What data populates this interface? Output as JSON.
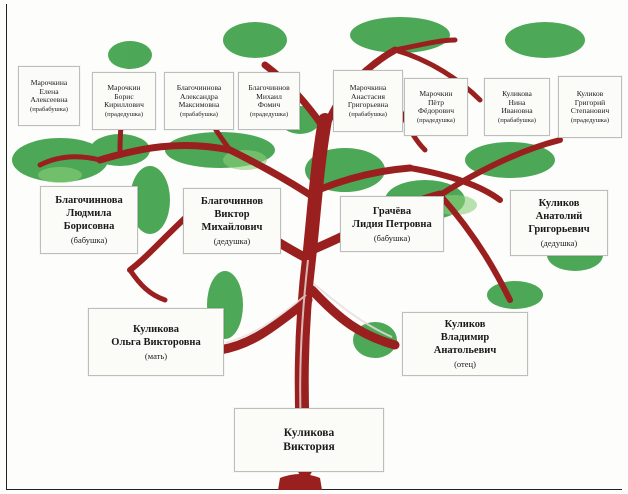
{
  "tree": {
    "child": {
      "lines": [
        "Куликова",
        "Виктория"
      ]
    },
    "mother": {
      "lines": [
        "Куликова",
        "Ольга Викторовна"
      ],
      "role": "(мать)"
    },
    "father": {
      "lines": [
        "Куликов",
        "Владимир",
        "Анатольевич"
      ],
      "role": "(отец)"
    },
    "grandmother_maternal": {
      "lines": [
        "Благочиннова",
        "Людмила",
        "Борисовна"
      ],
      "role": "(бабушка)"
    },
    "grandfather_maternal": {
      "lines": [
        "Благочиннов",
        "Виктор",
        "Михайлович"
      ],
      "role": "(дедушка)"
    },
    "grandmother_paternal": {
      "lines": [
        "Грачёва",
        "Лидия Петровна"
      ],
      "role": "(бабушка)"
    },
    "grandfather_paternal": {
      "lines": [
        "Куликов",
        "Анатолий",
        "Григорьевич"
      ],
      "role": "(дедушка)"
    },
    "ggp": [
      {
        "lines": [
          "Марочкина",
          "Елена",
          "Алексеевна"
        ],
        "role": "(прабабушка)"
      },
      {
        "lines": [
          "Марочкин",
          "Борис",
          "Кириллович"
        ],
        "role": "(прадедушка)"
      },
      {
        "lines": [
          "Благочиннова",
          "Александра",
          "Максимовна"
        ],
        "role": "(прабабушка)"
      },
      {
        "lines": [
          "Благочиннов",
          "Михаил",
          "Фомич"
        ],
        "role": "(прадедушка)"
      },
      {
        "lines": [
          "Марочкина",
          "Анастасия",
          "Григорьевна"
        ],
        "role": "(прабабушка)"
      },
      {
        "lines": [
          "Марочкин",
          "Пётр",
          "Фёдорович"
        ],
        "role": "(прадедушка)"
      },
      {
        "lines": [
          "Куликова",
          "Нина",
          "Ивановна"
        ],
        "role": "(прабабушка)"
      },
      {
        "lines": [
          "Куликов",
          "Григорий",
          "Степанович"
        ],
        "role": "(прадедушка)"
      }
    ]
  },
  "colors": {
    "trunk": "#9a1f1f",
    "trunk_highlight": "#e9dede",
    "leaves": "#2e9a3a",
    "leaves_light": "#8ccf7a"
  }
}
